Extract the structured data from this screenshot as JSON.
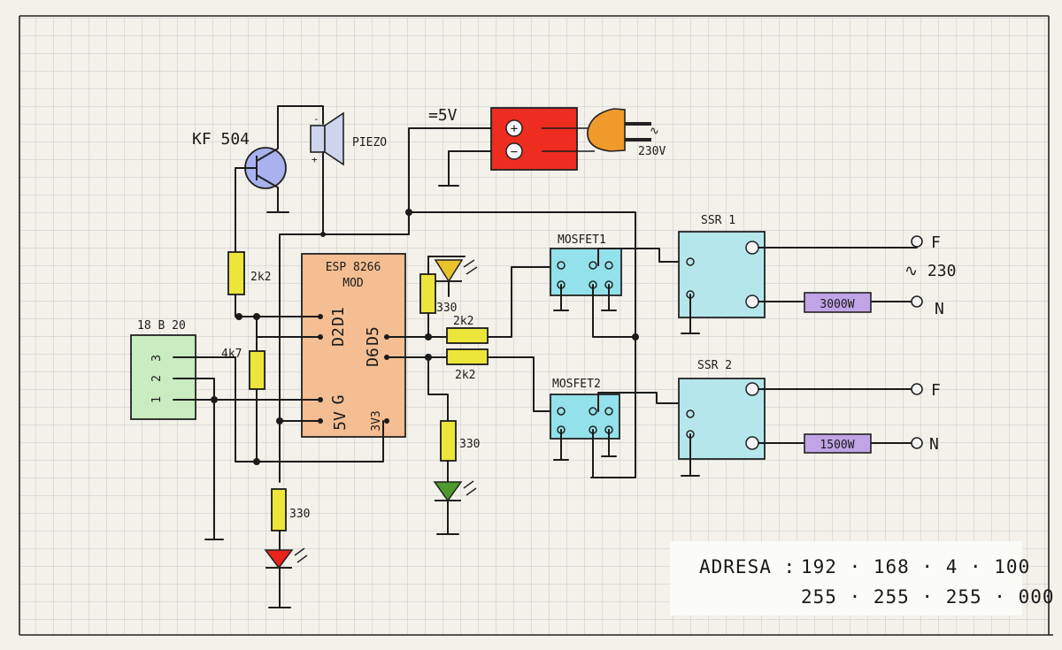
{
  "ic": {
    "name": "ESP 8266",
    "sub": "MOD"
  },
  "transistor": "KF 504",
  "piezo": "PIEZO",
  "supply": {
    "dc": "=5V",
    "plus": "+",
    "minus": "−",
    "ac_symbol": "∿",
    "ac_voltage": "230V"
  },
  "sensor": {
    "name": "18 B 20",
    "pins": [
      "3",
      "2",
      "1"
    ]
  },
  "pins": {
    "d1": "D1",
    "d2": "D2",
    "d5": "D5",
    "d6": "D6",
    "g": "G",
    "v5": "5V",
    "v3": "3V3"
  },
  "resistors": {
    "r_base": "2k2",
    "r_pullup": "4k7",
    "r_led_yellow": "330",
    "r_d5": "2k2",
    "r_d6": "2k2",
    "r_led_green": "330",
    "r_led_red": "330"
  },
  "mosfets": [
    "MOSFET1",
    "MOSFET2"
  ],
  "relays": [
    {
      "name": "SSR 1",
      "load": "3000W",
      "phase": "F",
      "neutral": "N"
    },
    {
      "name": "SSR 2",
      "load": "1500W",
      "phase": "F",
      "neutral": "N"
    }
  ],
  "mains": "∿ 230",
  "network": {
    "label": "ADRESA :",
    "ip": "192 · 168 · 4 · 100",
    "mask": "255 · 255 · 255 · 000"
  },
  "colors": {
    "ic": "#f4be92",
    "sensor": "#c9ecc0",
    "mosfet": "#93e1ea",
    "ssr": "#b5e6ec",
    "supply": "#ee2d20",
    "plug": "#ef9a2a",
    "resistor": "#ece63a",
    "load": "#bfa4e6",
    "piezo": "#cfd4ee",
    "transistor": "#a9b2ee",
    "led_red": "#e8241c",
    "led_green": "#4e9a2c",
    "led_yellow": "#e9c22c",
    "power_wire": "#8a4a2a"
  }
}
